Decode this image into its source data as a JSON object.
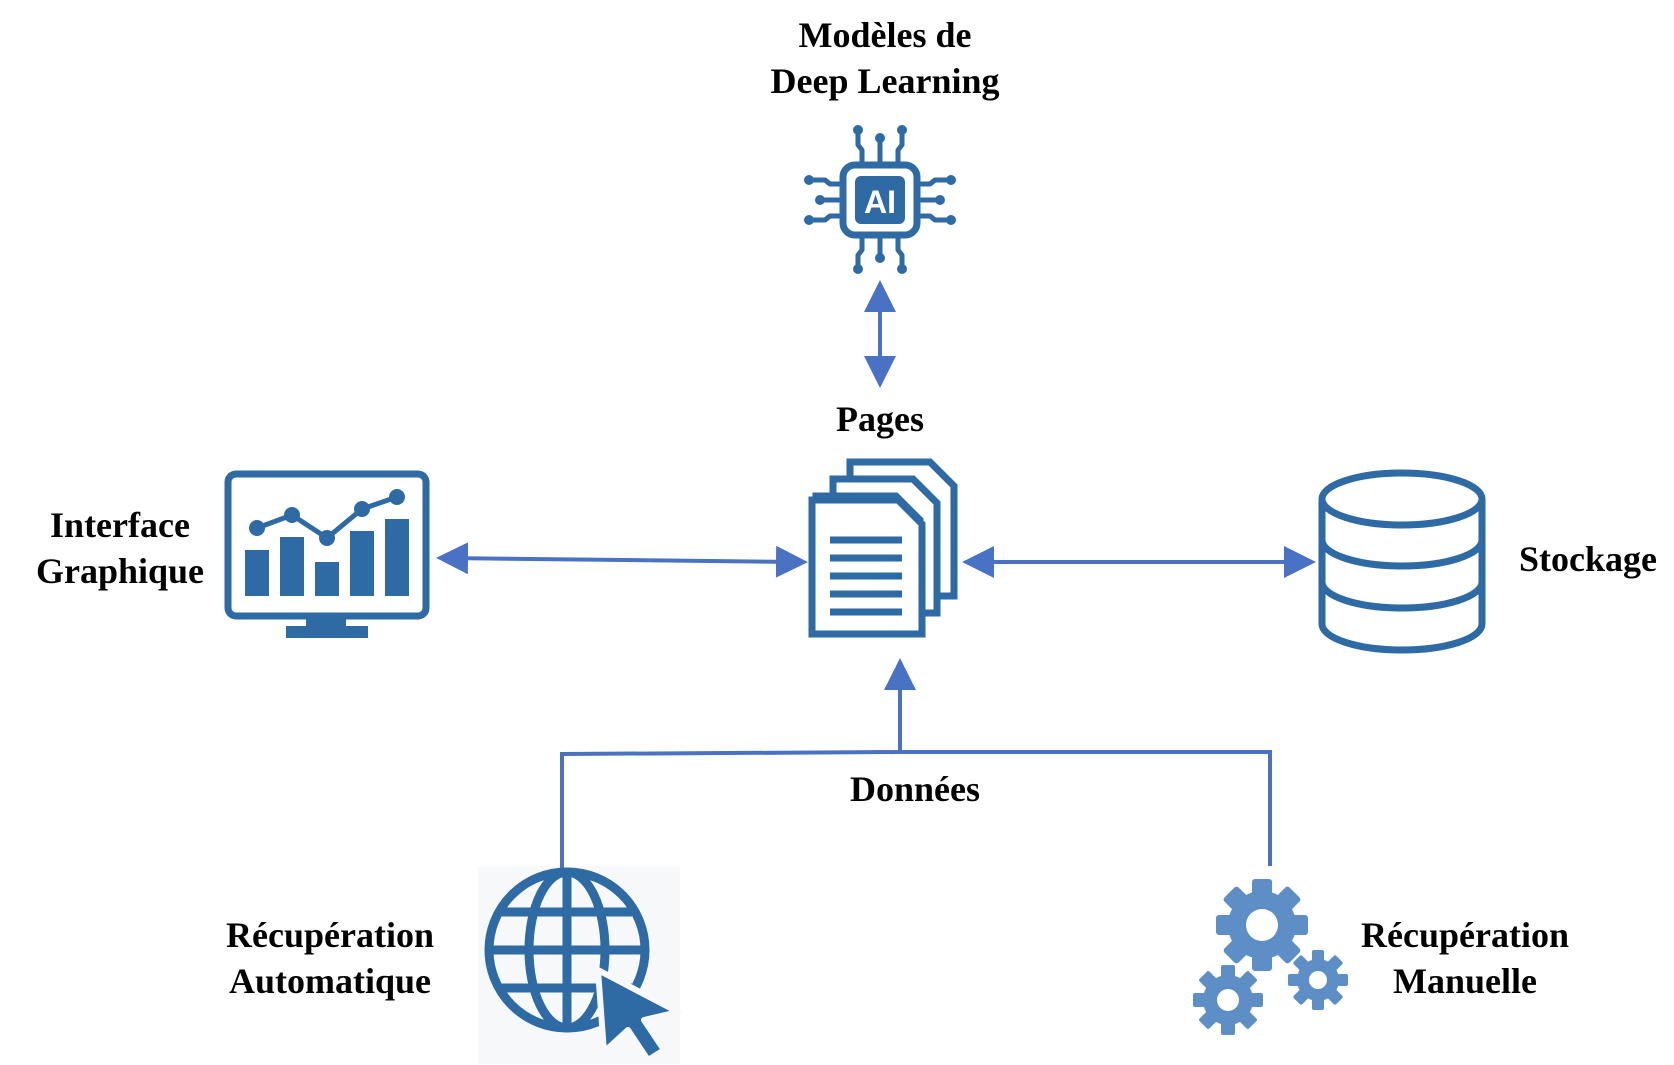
{
  "colors": {
    "icon": "#2e6aa4",
    "connector": "#4a72c4",
    "text": "#000000"
  },
  "nodes": {
    "deep_learning": {
      "icon": "ai-chip-icon",
      "line1": "Modèles de",
      "line2": "Deep Learning"
    },
    "pages": {
      "icon": "documents-icon",
      "label": "Pages"
    },
    "interface": {
      "icon": "monitor-chart-icon",
      "line1": "Interface",
      "line2": "Graphique"
    },
    "storage": {
      "icon": "database-icon",
      "label": "Stockage"
    },
    "data": {
      "label": "Données"
    },
    "auto_retrieval": {
      "icon": "globe-cursor-icon",
      "line1": "Récupération",
      "line2": "Automatique"
    },
    "manual_retrieval": {
      "icon": "gears-icon",
      "line1": "Récupération",
      "line2": "Manuelle"
    }
  }
}
